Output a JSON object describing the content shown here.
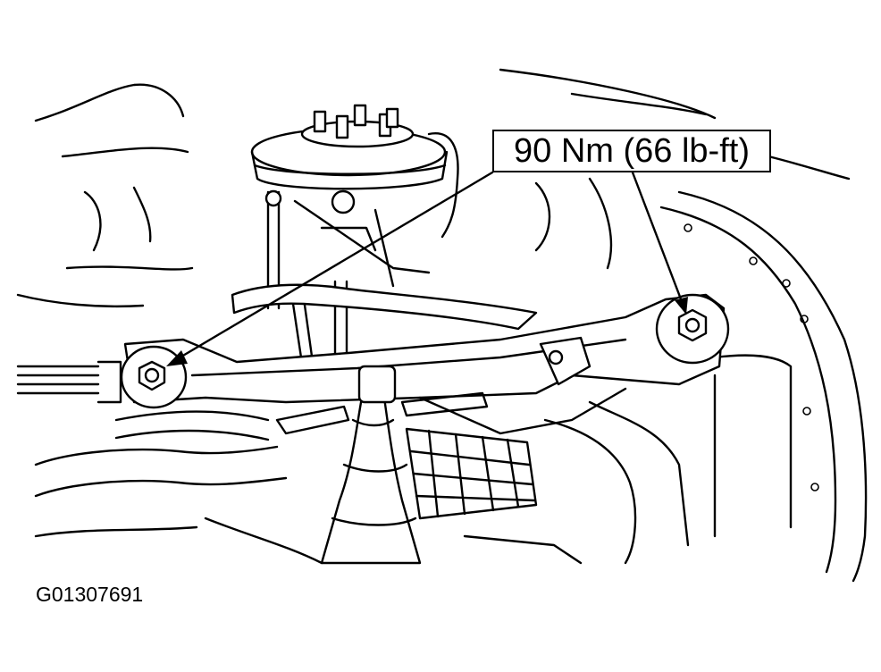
{
  "diagram": {
    "torque_callout": "90 Nm (66 lb-ft)",
    "figure_id": "G01307691",
    "fasteners": [
      {
        "name": "left-mount-bolt"
      },
      {
        "name": "right-mount-bolt"
      }
    ],
    "ink_color": "#000000",
    "paper_color": "#ffffff"
  }
}
